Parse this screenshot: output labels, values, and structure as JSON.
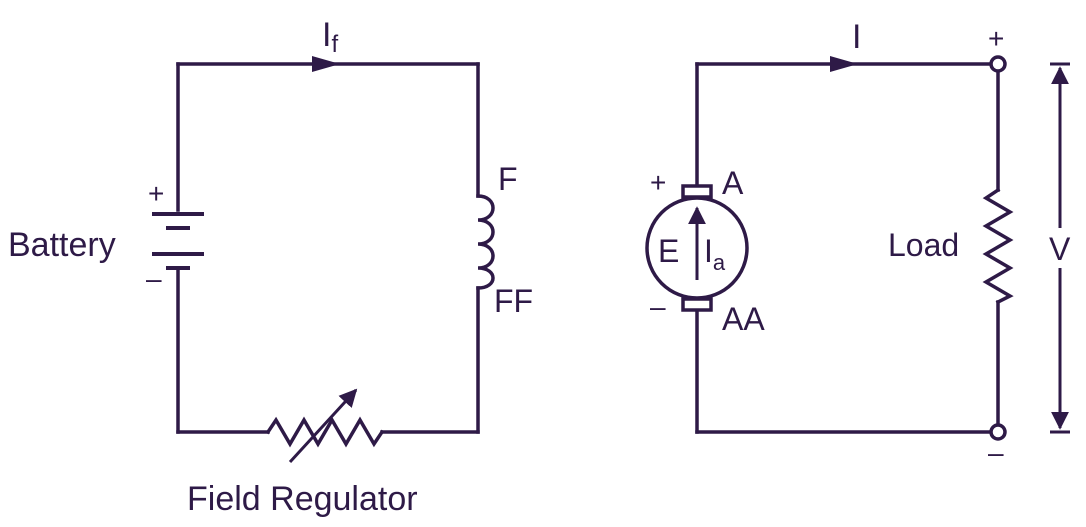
{
  "colors": {
    "ink": "#2e1a47",
    "background": "#ffffff"
  },
  "field_circuit": {
    "current_label": "I",
    "current_subscript": "f",
    "battery_label": "Battery",
    "battery_plus": "+",
    "battery_minus": "–",
    "winding_top_label": "F",
    "winding_bottom_label": "FF",
    "regulator_label": "Field Regulator"
  },
  "armature_circuit": {
    "current_label": "I",
    "emf_label": "E",
    "armature_current_label": "I",
    "armature_current_subscript": "a",
    "armature_top_label": "A",
    "armature_bottom_label": "AA",
    "armature_plus": "+",
    "armature_minus": "–",
    "load_label": "Load",
    "terminal_plus": "+",
    "terminal_minus": "–",
    "voltage_label": "V"
  }
}
